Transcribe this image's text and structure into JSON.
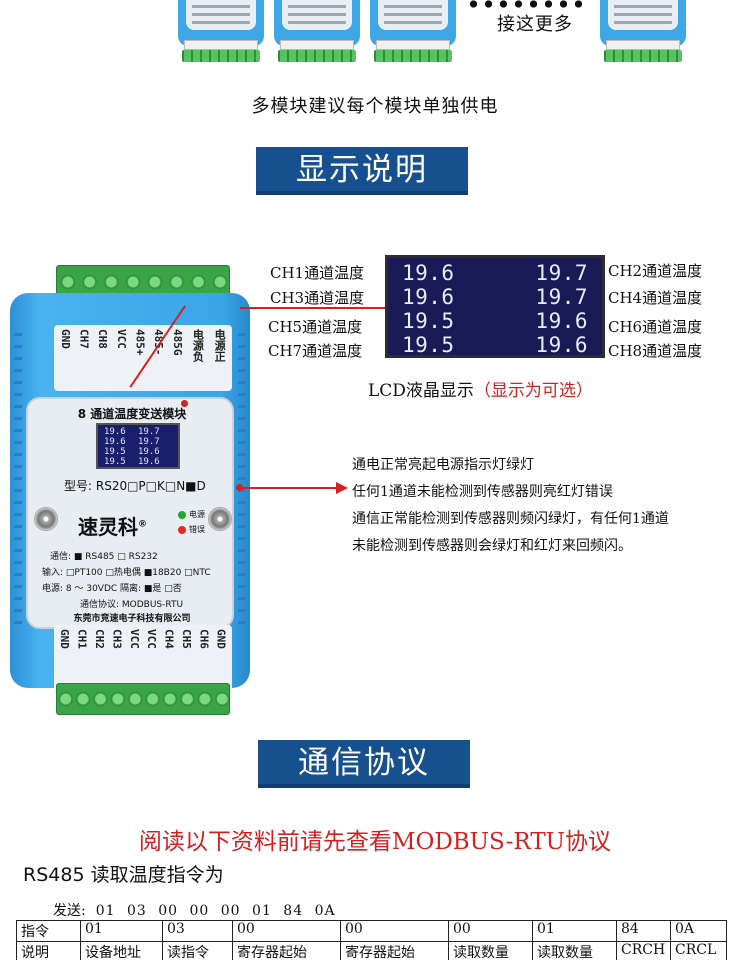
{
  "top": {
    "more_text": "接这更多",
    "note": "多模块建议每个模块单独供电"
  },
  "sections": {
    "display_title": "显示说明",
    "protocol_title": "通信协议"
  },
  "module": {
    "title": "8 通道温度变送模块",
    "top_pins": [
      "电源正",
      "电源负",
      "485G",
      "485-",
      "485+",
      "VCC",
      "CH8",
      "CH7",
      "GND"
    ],
    "bottom_pins": [
      "GND",
      "CH1",
      "CH2",
      "CH3",
      "VCC",
      "VCC",
      "CH4",
      "CH5",
      "CH6",
      "GND"
    ],
    "lcd_values": [
      "19.6",
      "19.7",
      "19.6",
      "19.7",
      "19.5",
      "19.6",
      "19.5",
      "19.6"
    ],
    "model": "型号: RS20□P□K□N■D",
    "brand": "速灵科",
    "brand_mark": "®",
    "led_power": "电源",
    "led_error": "错误",
    "spec_comm": "通信:  ■ RS485   □ RS232",
    "spec_input": "输入: □PT100  □热电偶  ■18B20  □NTC",
    "spec_power": "电源:  8 ～ 30VDC  隔离: ■是  □否",
    "spec_protocol": "通信协议:  MODBUS-RTU",
    "company": "东莞市竞速电子科技有限公司"
  },
  "lcd": {
    "values": [
      "19.6",
      "19.7",
      "19.6",
      "19.7",
      "19.5",
      "19.6",
      "19.5",
      "19.6"
    ],
    "left_labels": [
      "CH1通道温度",
      "CH3通道温度",
      "CH5通道温度",
      "CH7通道温度"
    ],
    "right_labels": [
      "CH2通道温度",
      "CH4通道温度",
      "CH6通道温度",
      "CH8通道温度"
    ],
    "caption_main": "LCD液晶显示",
    "caption_optional": "（显示为可选）"
  },
  "led_description": [
    "通电正常亮起电源指示灯绿灯",
    "任何1通道未能检测到传感器则亮红灯错误",
    "通信正常能检测到传感器则频闪绿灯，有任何1通道",
    "未能检测到传感器则会绿灯和红灯来回频闪。"
  ],
  "protocol": {
    "warning": "阅读以下资料前请先查看MODBUS-RTU协议",
    "subtitle": "RS485 读取温度指令为",
    "send_label": "发送:",
    "send_bytes": "01 03 00 00 00 01 84 0A",
    "table": {
      "row1": [
        "指令",
        "01",
        "03",
        "00",
        "00",
        "00",
        "01",
        "84",
        "0A"
      ],
      "row2": [
        "说明",
        "设备地址",
        "读指令",
        "寄存器起始",
        "寄存器起始",
        "读取数量",
        "读取数量",
        "CRCH",
        "CRCL"
      ]
    }
  },
  "colors": {
    "banner": "#17508e",
    "accent_red": "#d42020",
    "module_blue": "#3aa6e8",
    "terminal_green": "#3aa447",
    "lcd_bg": "#191a56"
  }
}
